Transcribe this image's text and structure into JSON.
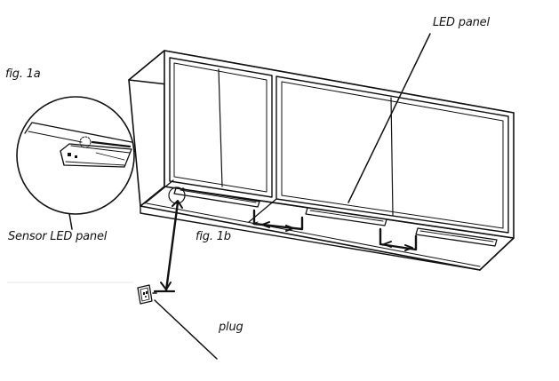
{
  "labels": {
    "led_panel": "LED panel",
    "fig_1a": "fig. 1a",
    "sensor_led_panel": "Sensor LED panel",
    "fig_1b": "fig. 1b",
    "plug": "plug"
  }
}
